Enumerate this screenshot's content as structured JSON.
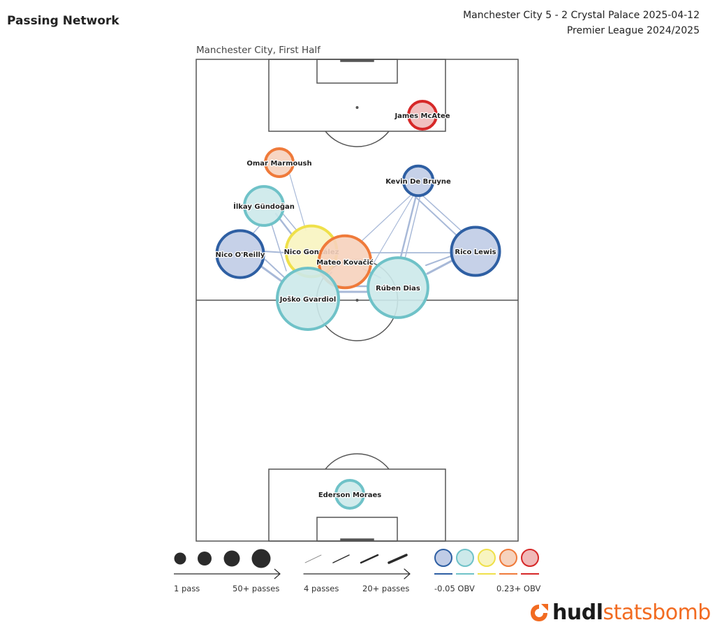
{
  "header": {
    "title": "Passing Network",
    "match_line1": "Manchester City 5 - 2 Crystal Palace 2025-04-12",
    "match_line2": "Premier League 2024/2025",
    "team_period": "Manchester City, First Half"
  },
  "colors": {
    "obv_scale": [
      "#2e5fa3",
      "#6fc2c8",
      "#efe04a",
      "#ef7a3a",
      "#d62828"
    ],
    "obv_fill": [
      "#c0cce6",
      "#cce9ea",
      "#f8f4c0",
      "#f6d2bd",
      "#f0b9b8"
    ],
    "edge": "#a8b9d8",
    "pitch_line": "#555555"
  },
  "players": [
    {
      "name": "James McAtee",
      "obv": 4,
      "passes": 3
    },
    {
      "name": "Omar Marmoush",
      "obv": 3,
      "passes": 3
    },
    {
      "name": "Kevin De Bruyne",
      "obv": 0,
      "passes": 4
    },
    {
      "name": "İlkay Gündoğan",
      "obv": 1,
      "passes": 12
    },
    {
      "name": "Nico González",
      "obv": 2,
      "passes": 28
    },
    {
      "name": "Nico O'Reilly",
      "obv": 0,
      "passes": 22
    },
    {
      "name": "Mateo Kovačić",
      "obv": 3,
      "passes": 30
    },
    {
      "name": "Rico Lewis",
      "obv": 0,
      "passes": 24
    },
    {
      "name": "Rúben Dias",
      "obv": 1,
      "passes": 45
    },
    {
      "name": "Joško Gvardiol",
      "obv": 1,
      "passes": 50
    },
    {
      "name": "Ederson Moraes",
      "obv": 1,
      "passes": 3
    }
  ],
  "legend": {
    "size_min_label": "1 pass",
    "size_max_label": "50+ passes",
    "edge_min_label": "4 passes",
    "edge_max_label": "20+ passes",
    "obv_min_label": "-0.05 OBV",
    "obv_max_label": "0.23+ OBV"
  },
  "branding": {
    "part1": "hudl",
    "part2": "statsbomb"
  }
}
